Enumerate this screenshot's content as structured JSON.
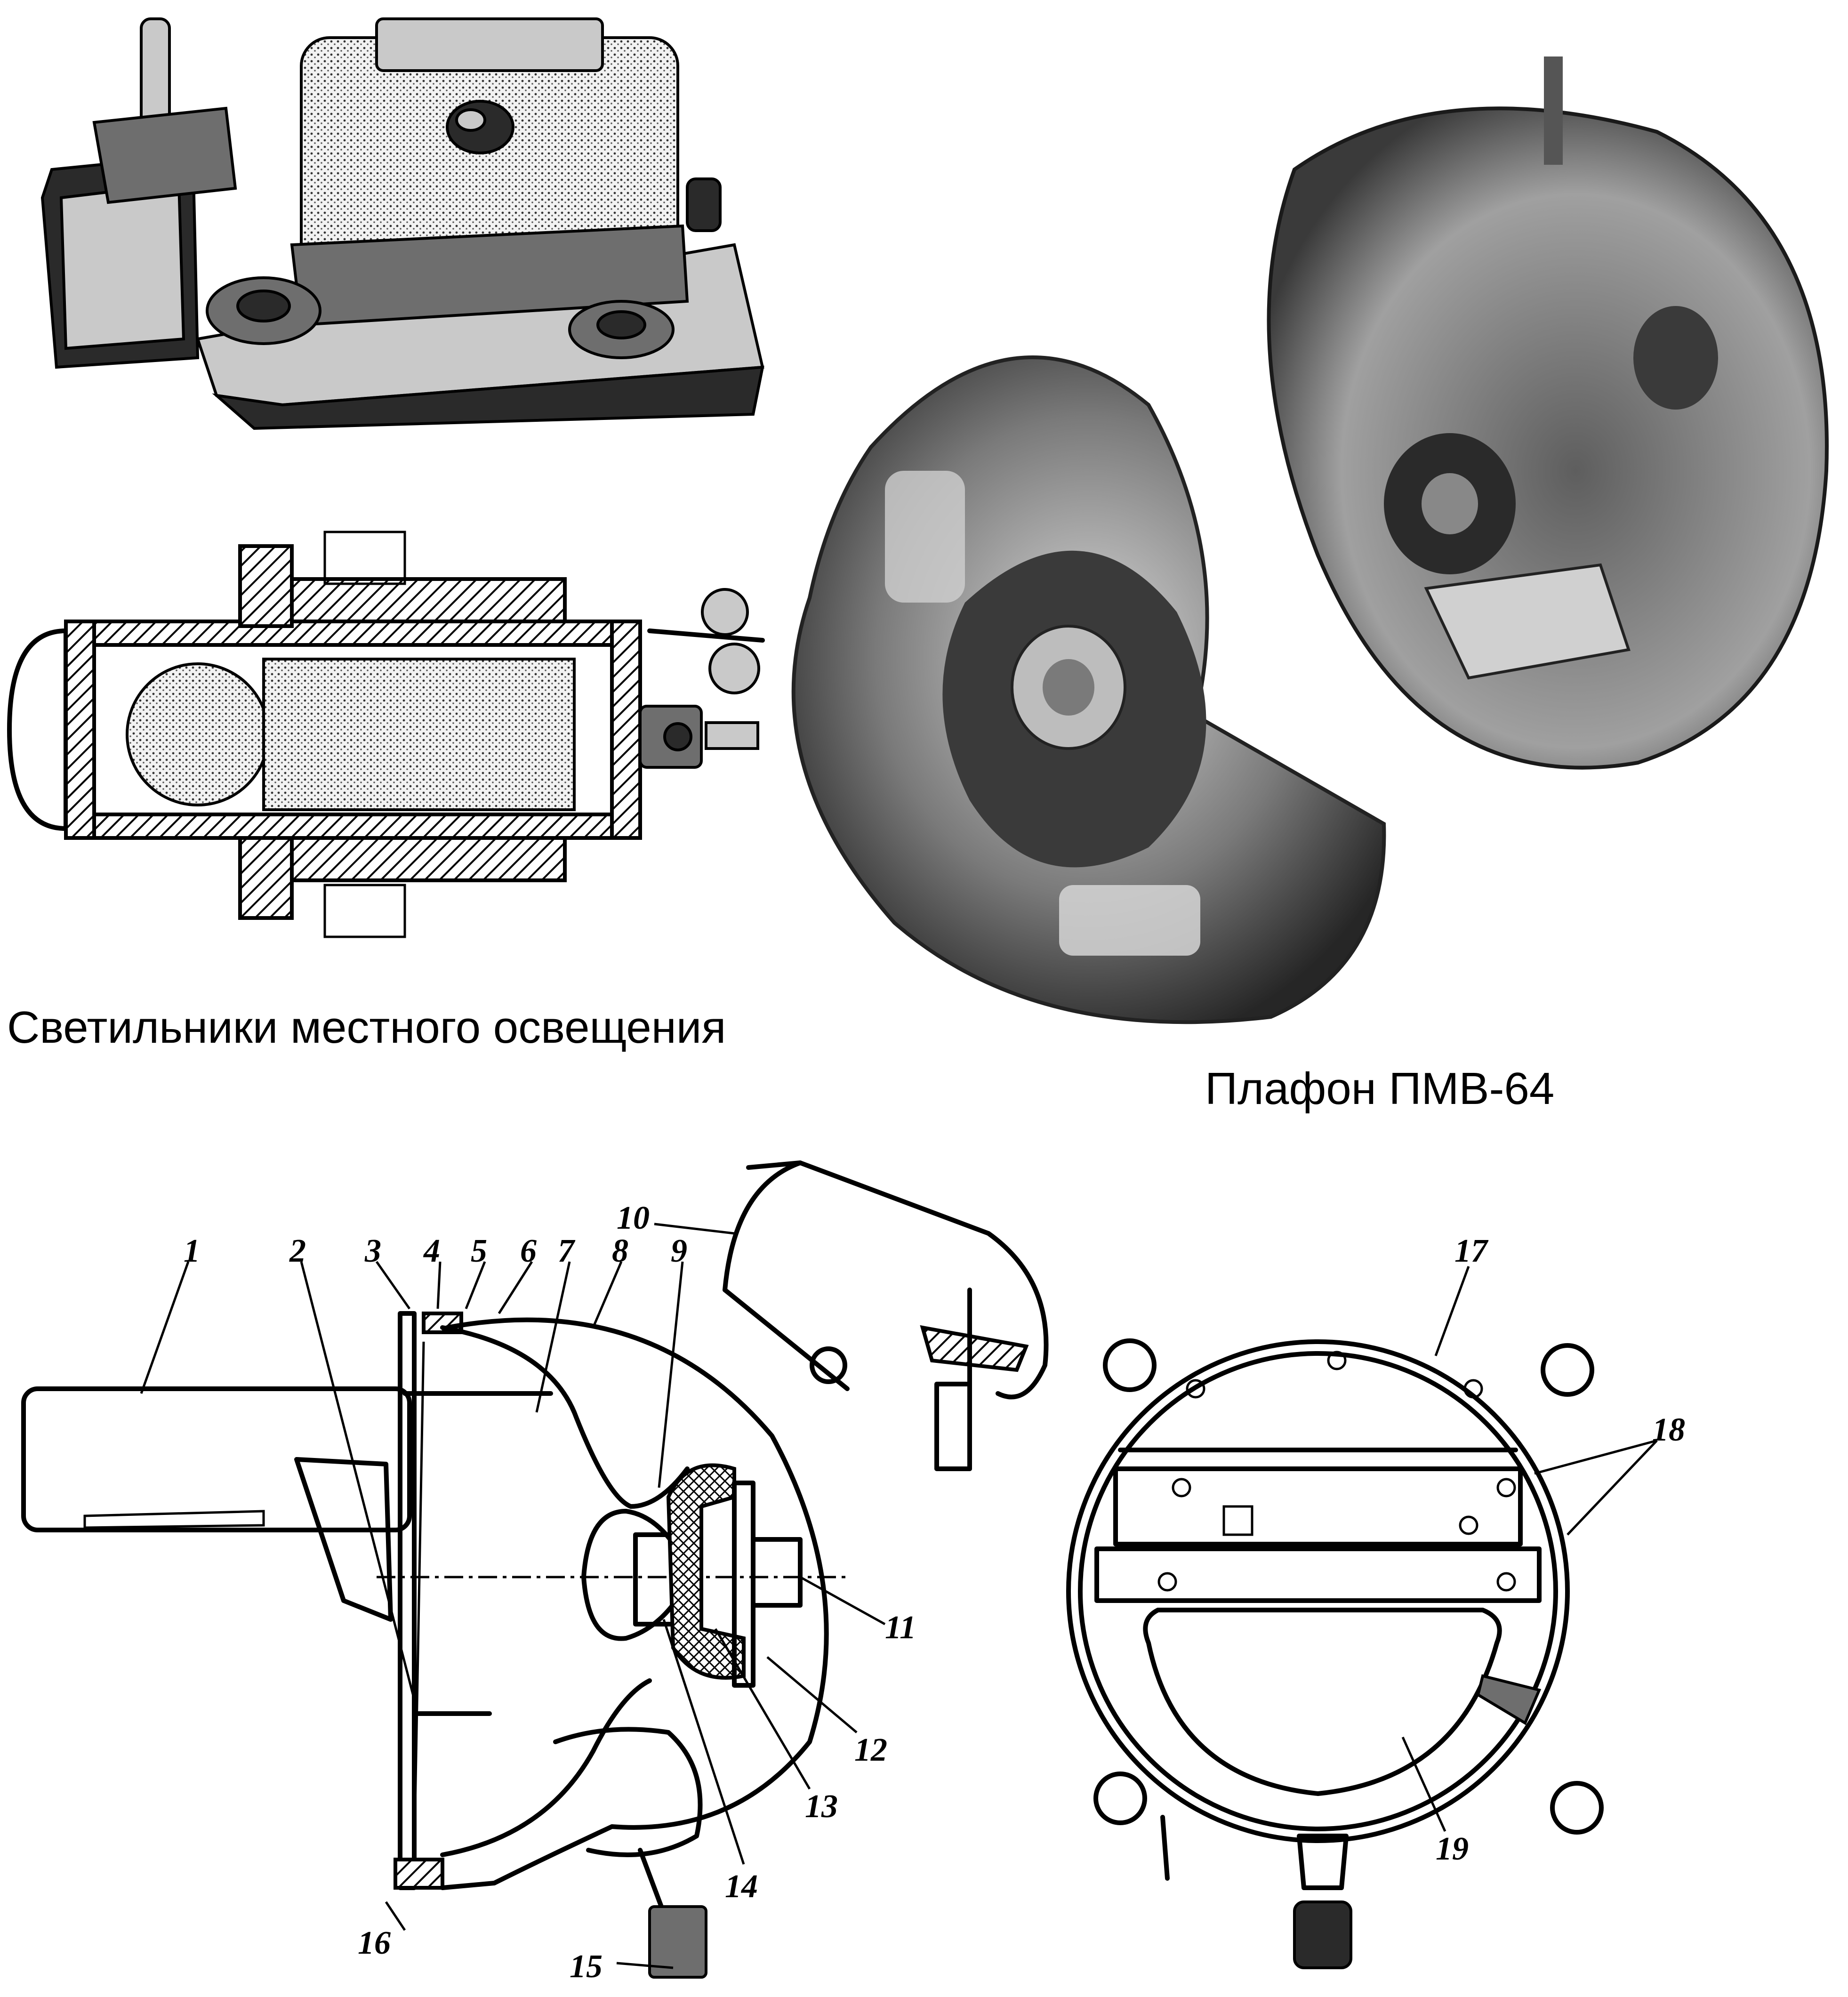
{
  "captions": {
    "local_lighting": "Светильники местного освещения",
    "plafon": "Плафон ПМВ-64"
  },
  "callouts": [
    "1",
    "2",
    "3",
    "4",
    "5",
    "6",
    "7",
    "8",
    "9",
    "10",
    "11",
    "12",
    "13",
    "14",
    "15",
    "16",
    "17",
    "18",
    "19"
  ]
}
